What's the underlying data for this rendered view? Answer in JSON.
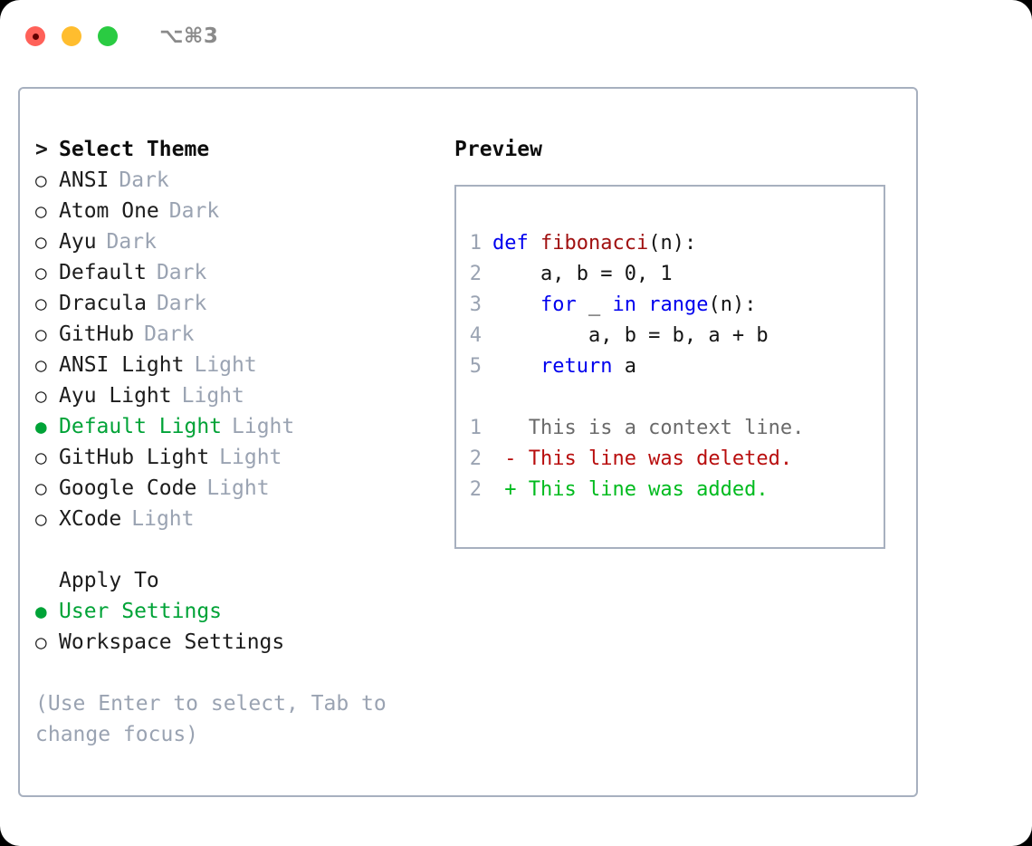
{
  "titlebar": {
    "shortcut": "⌥⌘3",
    "buttons": [
      {
        "name": "close",
        "color": "#ff6159"
      },
      {
        "name": "minimize",
        "color": "#ffbd2e"
      },
      {
        "name": "maximize",
        "color": "#2acb42"
      }
    ]
  },
  "theme_section": {
    "header_prefix": ">",
    "header": "Select Theme",
    "bullet_unselected": "○",
    "bullet_selected": "●",
    "items": [
      {
        "name": "ANSI",
        "tag": "Dark",
        "selected": false
      },
      {
        "name": "Atom One",
        "tag": "Dark",
        "selected": false
      },
      {
        "name": "Ayu",
        "tag": "Dark",
        "selected": false
      },
      {
        "name": "Default",
        "tag": "Dark",
        "selected": false
      },
      {
        "name": "Dracula",
        "tag": "Dark",
        "selected": false
      },
      {
        "name": "GitHub",
        "tag": "Dark",
        "selected": false
      },
      {
        "name": "ANSI Light",
        "tag": "Light",
        "selected": false
      },
      {
        "name": "Ayu Light",
        "tag": "Light",
        "selected": false
      },
      {
        "name": "Default Light",
        "tag": "Light",
        "selected": true
      },
      {
        "name": "GitHub Light",
        "tag": "Light",
        "selected": false
      },
      {
        "name": "Google Code",
        "tag": "Light",
        "selected": false
      },
      {
        "name": "XCode",
        "tag": "Light",
        "selected": false
      }
    ]
  },
  "apply_section": {
    "header": "Apply To",
    "items": [
      {
        "name": "User Settings",
        "selected": true
      },
      {
        "name": "Workspace Settings",
        "selected": false
      }
    ]
  },
  "hint": "(Use Enter to select, Tab to change focus)",
  "preview": {
    "title": "Preview",
    "code_lines": [
      {
        "no": "1",
        "tokens": [
          {
            "t": "def ",
            "c": "kw"
          },
          {
            "t": "fibonacci",
            "c": "fn"
          },
          {
            "t": "(n):",
            "c": "pl"
          }
        ]
      },
      {
        "no": "2",
        "tokens": [
          {
            "t": "    a, b = 0, 1",
            "c": "pl"
          }
        ]
      },
      {
        "no": "3",
        "tokens": [
          {
            "t": "    ",
            "c": "pl"
          },
          {
            "t": "for ",
            "c": "kw"
          },
          {
            "t": "_ ",
            "c": "pl"
          },
          {
            "t": "in ",
            "c": "kw"
          },
          {
            "t": "range",
            "c": "kw"
          },
          {
            "t": "(n):",
            "c": "pl"
          }
        ]
      },
      {
        "no": "4",
        "tokens": [
          {
            "t": "        a, b = b, a + b",
            "c": "pl"
          }
        ]
      },
      {
        "no": "5",
        "tokens": [
          {
            "t": "    ",
            "c": "pl"
          },
          {
            "t": "return ",
            "c": "kw"
          },
          {
            "t": "a",
            "c": "pl"
          }
        ]
      }
    ],
    "diff_lines": [
      {
        "no": "1",
        "marker": " ",
        "text": "This is a context line.",
        "kind": "context"
      },
      {
        "no": "2",
        "marker": "-",
        "text": "This line was deleted.",
        "kind": "deleted"
      },
      {
        "no": "2",
        "marker": "+",
        "text": "This line was added.",
        "kind": "added"
      }
    ]
  },
  "colors": {
    "accent_green": "#00a337",
    "muted_gray": "#9aa3b2",
    "border": "#a7b0bf",
    "keyword_blue": "#0000ee",
    "function_red": "#a01010",
    "diff_deleted": "#b80d0d",
    "diff_added": "#00bb1e"
  }
}
